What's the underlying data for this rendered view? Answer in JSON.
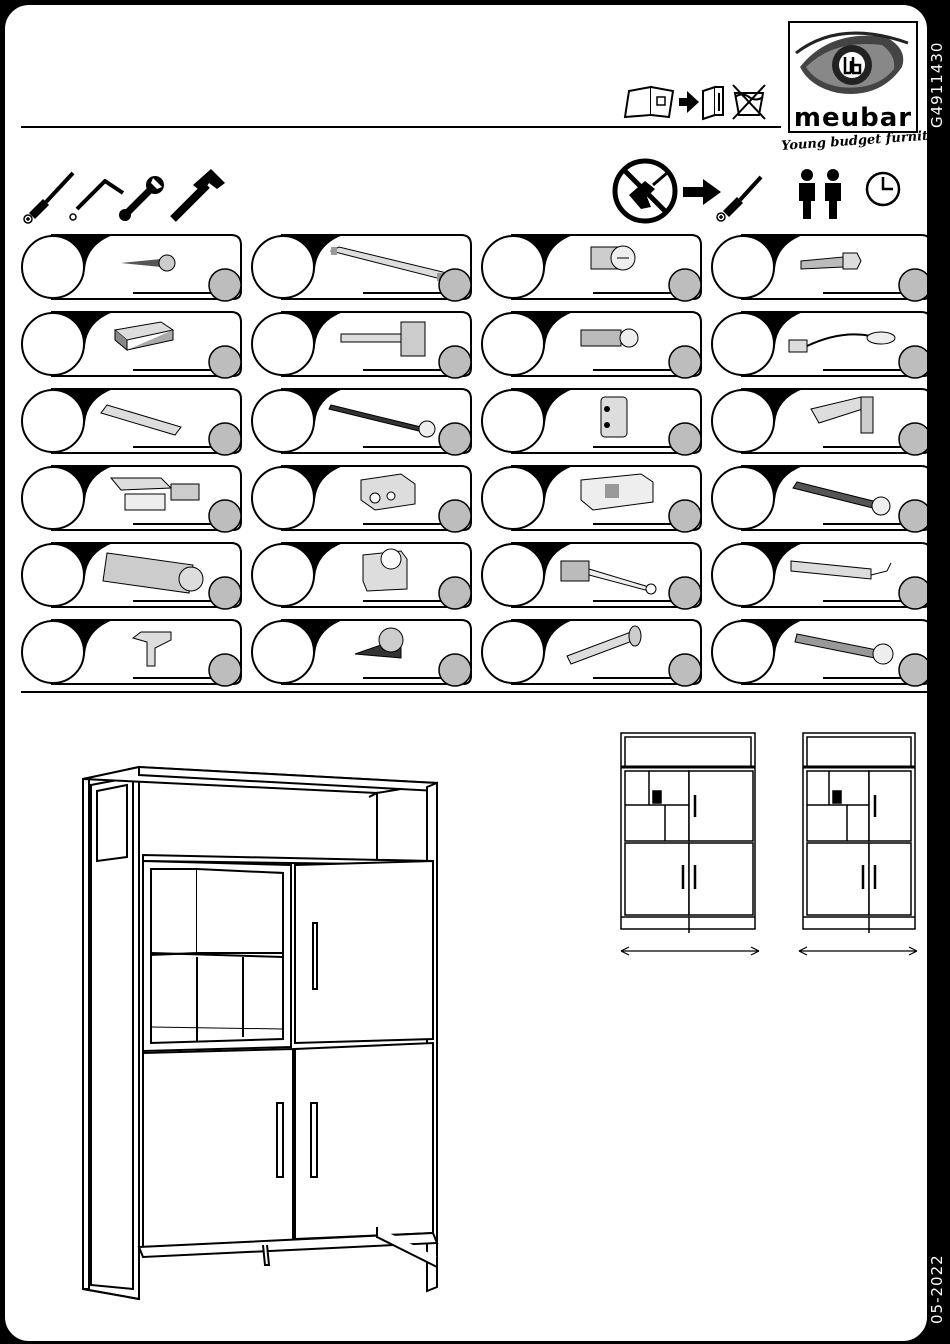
{
  "document": {
    "product_code": "G4911430",
    "date_code": "05-2022",
    "brand": {
      "name": "meubar",
      "tagline": "Young budget furniture",
      "monogram": "rb"
    }
  },
  "header_icons": [
    "manual-book-icon",
    "arrow-right-icon",
    "binder-folder-icon",
    "no-washing-icon"
  ],
  "tools": [
    "phillips-screwdriver-icon",
    "allen-key-icon",
    "wrench-icon",
    "hammer-icon"
  ],
  "notices": [
    "no-power-drill-icon",
    "arrow-right-icon",
    "hand-screwdriver-icon",
    "two-persons-icon",
    "clock-icon"
  ],
  "parts": [
    {
      "name": "washer-head-screw-icon"
    },
    {
      "name": "bar-handle-icon"
    },
    {
      "name": "cam-bolt-icon"
    },
    {
      "name": "hex-bolt-icon"
    },
    {
      "name": "wall-bracket-icon"
    },
    {
      "name": "shelf-pin-plate-icon"
    },
    {
      "name": "euro-screw-icon"
    },
    {
      "name": "led-light-cable-icon"
    },
    {
      "name": "wall-plug-anchor-icon"
    },
    {
      "name": "countersunk-wood-screw-icon"
    },
    {
      "name": "hinge-mounting-plate-icon"
    },
    {
      "name": "cabinet-hinge-icon"
    },
    {
      "name": "clip-hinge-icon"
    },
    {
      "name": "plastic-connector-block-icon"
    },
    {
      "name": "drawer-connector-icon"
    },
    {
      "name": "chipboard-screw-icon"
    },
    {
      "name": "wooden-dowel-icon"
    },
    {
      "name": "cam-lock-icon"
    },
    {
      "name": "anchor-bolt-icon"
    },
    {
      "name": "led-strip-icon"
    },
    {
      "name": "shelf-support-icon"
    },
    {
      "name": "corner-connector-icon"
    },
    {
      "name": "connecting-dowel-icon"
    },
    {
      "name": "machine-screw-icon"
    }
  ],
  "variants": [
    {
      "name": "variant-wide"
    },
    {
      "name": "variant-narrow"
    }
  ]
}
